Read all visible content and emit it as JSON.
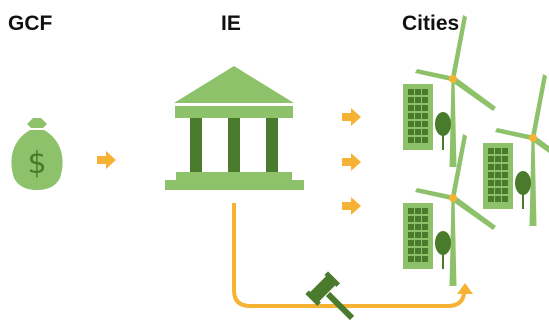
{
  "labels": {
    "gcf": "GCF",
    "ie": "IE",
    "cities": "Cities"
  },
  "icons": {
    "fund": "money-bag-icon",
    "entity": "institution-building-icon",
    "city": "green-building-icon",
    "turbine": "wind-turbine-icon",
    "tree": "tree-icon",
    "gavel": "gavel-icon",
    "flow": "arrow-icon"
  },
  "colors": {
    "light_green": "#8dc26a",
    "dark_green": "#4a7a2c",
    "accent_orange": "#f6b233"
  }
}
